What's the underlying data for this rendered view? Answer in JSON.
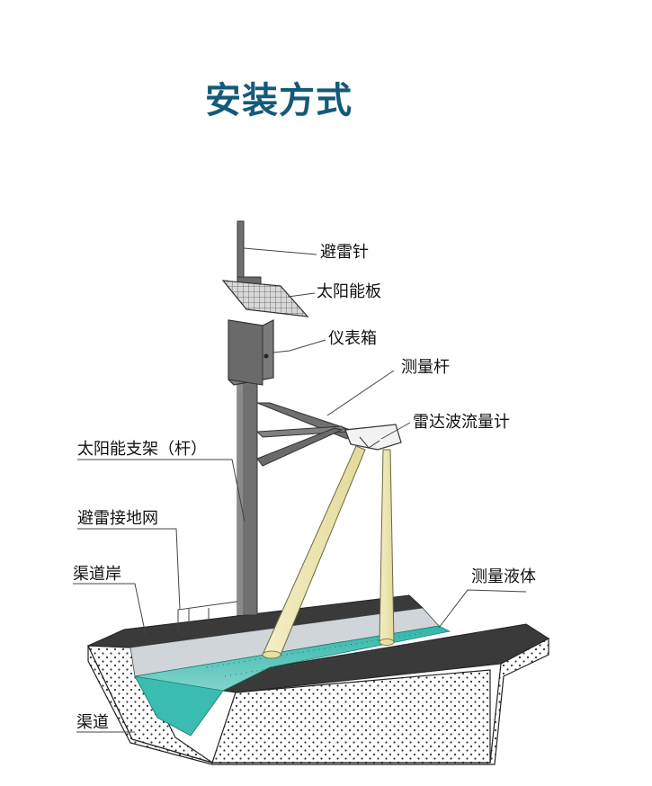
{
  "title": "安装方式",
  "colors": {
    "title": "#145a78",
    "water": "#2bb3a8",
    "water_light": "#bfe8e2",
    "beam": "#ece6b0",
    "steel": "#6e6e6e",
    "road": "#3a3a3a"
  },
  "labels": {
    "lightning_rod": "避雷针",
    "solar_panel": "太阳能板",
    "meter_box": "仪表箱",
    "measure_pole": "测量杆",
    "radar_flowmeter": "雷达波流量计",
    "solar_bracket": "太阳能支架（杆）",
    "lightning_ground_net": "避雷接地网",
    "canal_bank": "渠道岸",
    "measured_liquid": "测量液体",
    "canal": "渠道"
  }
}
